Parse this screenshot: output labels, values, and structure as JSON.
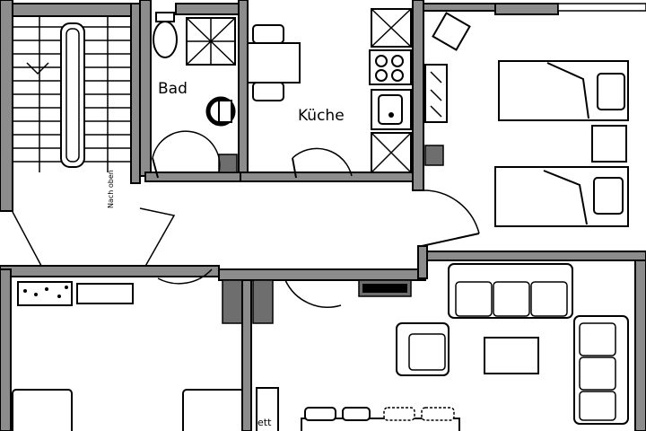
{
  "rooms": {
    "bathroom": "Bad",
    "kitchen": "Küche",
    "stairs_note": "Nach oben",
    "bed_label_partial": "ett"
  }
}
